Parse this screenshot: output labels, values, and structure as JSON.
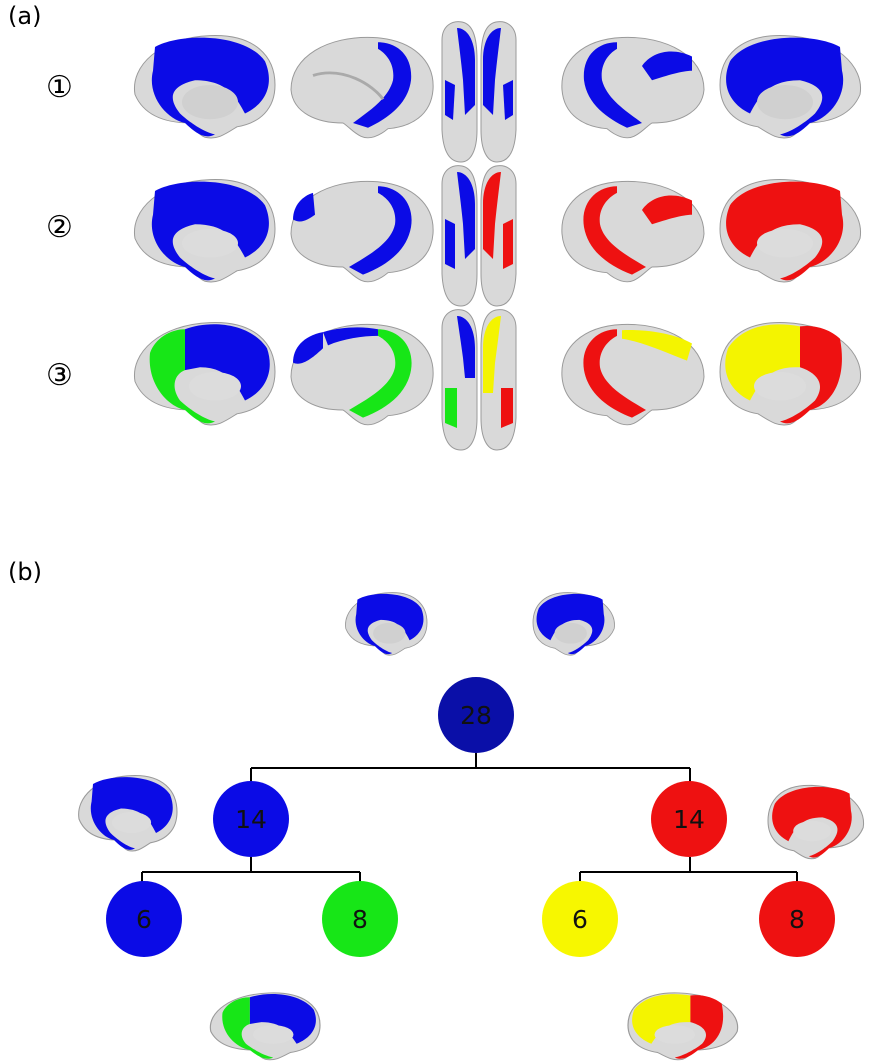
{
  "panel_a": {
    "label": "(a)",
    "rows": [
      {
        "label": "①",
        "parcellation": [
          [
            "blue"
          ],
          [
            "blue"
          ],
          [
            "blue",
            "blue"
          ],
          [
            "blue"
          ],
          [
            "blue"
          ]
        ]
      },
      {
        "label": "②",
        "parcellation": [
          [
            "blue"
          ],
          [
            "blue"
          ],
          [
            "blue",
            "red"
          ],
          [
            "red"
          ],
          [
            "red"
          ]
        ]
      },
      {
        "label": "③",
        "parcellation": [
          [
            "blue",
            "green"
          ],
          [
            "blue",
            "green"
          ],
          [
            "blue",
            "green",
            "yellow",
            "red"
          ],
          [
            "red",
            "yellow"
          ],
          [
            "yellow",
            "red"
          ]
        ]
      }
    ]
  },
  "panel_b": {
    "label": "(b)",
    "tree": {
      "value": "28",
      "color": "#0a0fa8",
      "children": [
        {
          "value": "14",
          "color": "#0b0be6",
          "children": [
            {
              "value": "6",
              "color": "#0b0be6"
            },
            {
              "value": "8",
              "color": "#17e617"
            }
          ]
        },
        {
          "value": "14",
          "color": "#ee1111",
          "children": [
            {
              "value": "6",
              "color": "#f7f700"
            },
            {
              "value": "8",
              "color": "#ee1111"
            }
          ]
        }
      ]
    }
  },
  "colors": {
    "blue": "#0b0be6",
    "red": "#ee1111",
    "green": "#17e617",
    "yellow": "#f4f400",
    "dark_blue": "#0a0fa8",
    "brain": "#d9d9d9"
  }
}
